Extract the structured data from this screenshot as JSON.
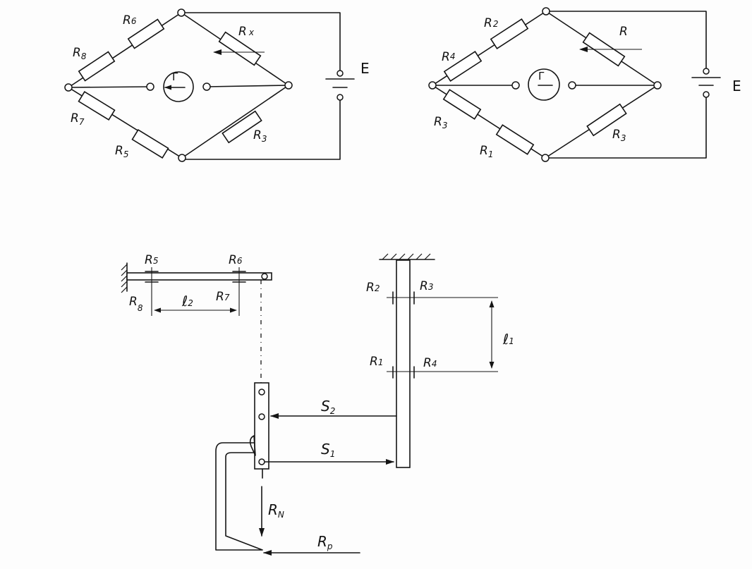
{
  "bridge_left": {
    "resistors": [
      {
        "label": "R",
        "sub": "6"
      },
      {
        "label": "R",
        "sub": "8"
      },
      {
        "label": "R",
        "sub": "x"
      },
      {
        "label": "R",
        "sub": "7"
      },
      {
        "label": "R",
        "sub": "5"
      },
      {
        "label": "R",
        "sub": "3"
      }
    ],
    "galvanometer": "Г",
    "battery": "E"
  },
  "bridge_right": {
    "resistors": [
      {
        "label": "R",
        "sub": "2"
      },
      {
        "label": "R",
        "sub": "4"
      },
      {
        "label": "R",
        "sub": ""
      },
      {
        "label": "R",
        "sub": "3"
      },
      {
        "label": "R",
        "sub": "1"
      },
      {
        "label": "R",
        "sub": "3"
      }
    ],
    "galvanometer": "Г",
    "battery": "E"
  },
  "mechanism": {
    "horizontal_beam": {
      "gauges": [
        {
          "label": "R",
          "sub": "5"
        },
        {
          "label": "R",
          "sub": "6"
        },
        {
          "label": "R",
          "sub": "8"
        },
        {
          "label": "R",
          "sub": "7"
        }
      ],
      "length": {
        "label": "ℓ",
        "sub": "2"
      }
    },
    "vertical_beam": {
      "gauges": [
        {
          "label": "R",
          "sub": "2"
        },
        {
          "label": "R",
          "sub": "3"
        },
        {
          "label": "R",
          "sub": "1"
        },
        {
          "label": "R",
          "sub": "4"
        }
      ],
      "length": {
        "label": "ℓ",
        "sub": "1"
      }
    },
    "rods": [
      {
        "label": "S",
        "sub": "2"
      },
      {
        "label": "S",
        "sub": "1"
      }
    ],
    "forces": [
      {
        "label": "R",
        "sub": "N"
      },
      {
        "label": "R",
        "sub": "p"
      }
    ]
  }
}
